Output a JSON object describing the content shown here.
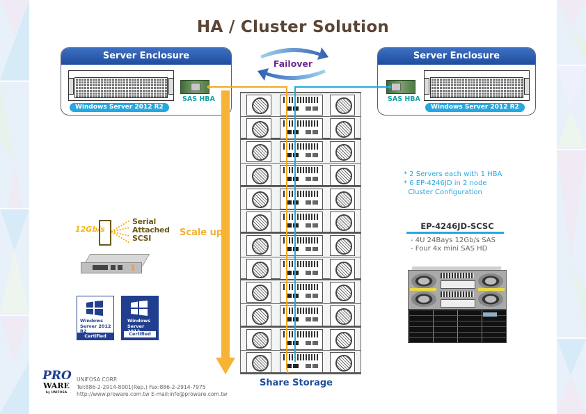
{
  "title": "HA / Cluster Solution",
  "failover": {
    "label": "Failover"
  },
  "left_enclosure": {
    "header": "Server Enclosure",
    "os_badge": "Windows Server 2012 R2",
    "hba_label": "SAS HBA"
  },
  "right_enclosure": {
    "header": "Server Enclosure",
    "os_badge": "Windows Server 2012 R2",
    "hba_label": "SAS HBA"
  },
  "scale_label": "Scale up",
  "share_label": "Share Storage",
  "storage_units_count": 6,
  "notes": [
    "* 2 Servers each with 1 HBA",
    "* 6 EP-4246JD in 2 node",
    "  Cluster Configuration"
  ],
  "product": {
    "name": "EP-4246JD-SCSC",
    "specs": [
      "- 4U 24Bays 12Gb/s SAS",
      "- Four 4x mini SAS HD"
    ]
  },
  "sas_logo": {
    "speed": "12Gb/s",
    "lines": [
      "Serial",
      "Attached",
      "SCSI"
    ]
  },
  "certifications": [
    {
      "line1": "Windows",
      "line2": "Server 2012 R2",
      "badge": "Certified"
    },
    {
      "line1": "Windows",
      "line2": "Server 2012",
      "badge": "Certified"
    }
  ],
  "footer": {
    "logo_top": "PRO",
    "logo_mid": "WARE",
    "logo_sub": "by UNIFOSA",
    "company": "UNIFOSA CORP.",
    "contact": "Tel:886-2-2914-8001(Rep.) Fax:886-2-2914-7975",
    "web": "http://www.proware.com.tw E-mail:info@proware.com.tw"
  },
  "colors": {
    "title": "#5b4536",
    "enclosure_header": "#1f4d9e",
    "accent_blue": "#27a7df",
    "accent_orange": "#f7b334",
    "hba_teal": "#17a2a8",
    "failover_text": "#6b2a8f"
  }
}
